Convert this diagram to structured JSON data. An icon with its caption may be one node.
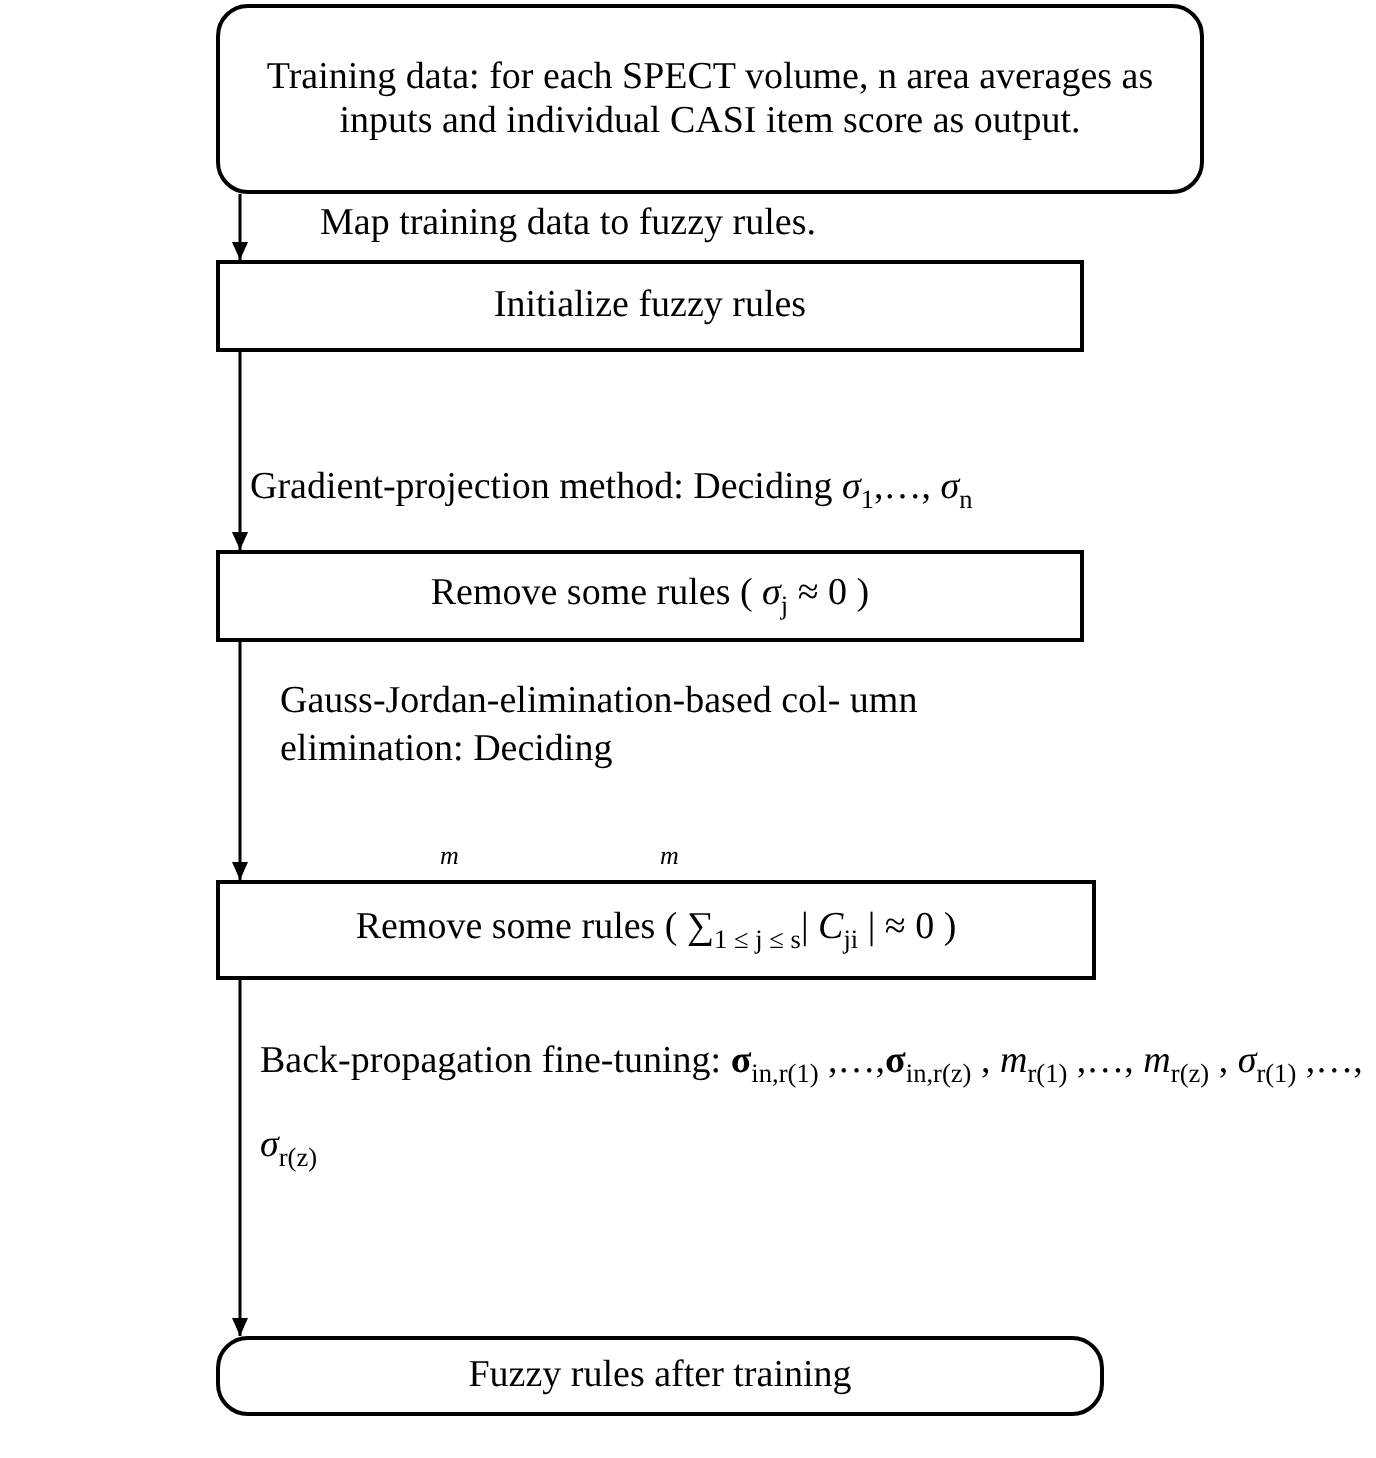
{
  "diagram": {
    "nodes": [
      {
        "text": [
          "Training data: for each SPECT volume, n area averages as inputs and individual CASI item score as output."
        ]
      },
      {
        "text": [
          "Initialize fuzzy rules"
        ]
      },
      {
        "text": [
          "Remove some rules ( *σ*$_{j}$ ≈ 0 )"
        ]
      },
      {
        "text": [
          "Remove some rules ( ∑$_{1 ≤ j ≤ s}$| *C*$_{ji}$ | ≈ 0 )"
        ]
      },
      {
        "text": [
          "Fuzzy rules after training"
        ]
      }
    ],
    "edges": [
      {
        "from": 0,
        "to": 1,
        "arrow": "to",
        "label": "Map training data to fuzzy rules."
      },
      {
        "from": 1,
        "to": 2,
        "arrow": "to",
        "label": "Gradient-projection method: Deciding *σ*$_{1}$,…,  *σ*$_{n}$"
      },
      {
        "from": 2,
        "to": 3,
        "arrow": "to",
        "label": "Gauss-Jordan-elimination-based col- umn elimination: Deciding"
      },
      {
        "from": 3,
        "to": 4,
        "arrow": "to",
        "label": "Back-propagation fine-tuning: **σ**$_{in,r(1)}$ ,…,**σ**$_{in,r(z)}$ , *m*$_{r(1)}$ ,…, *m*$_{r(z)}$ , *σ*$_{r(1)}$ ,…, *σ*$_{r(z)}$"
      }
    ],
    "labels": [
      "m",
      "m"
    ]
  }
}
